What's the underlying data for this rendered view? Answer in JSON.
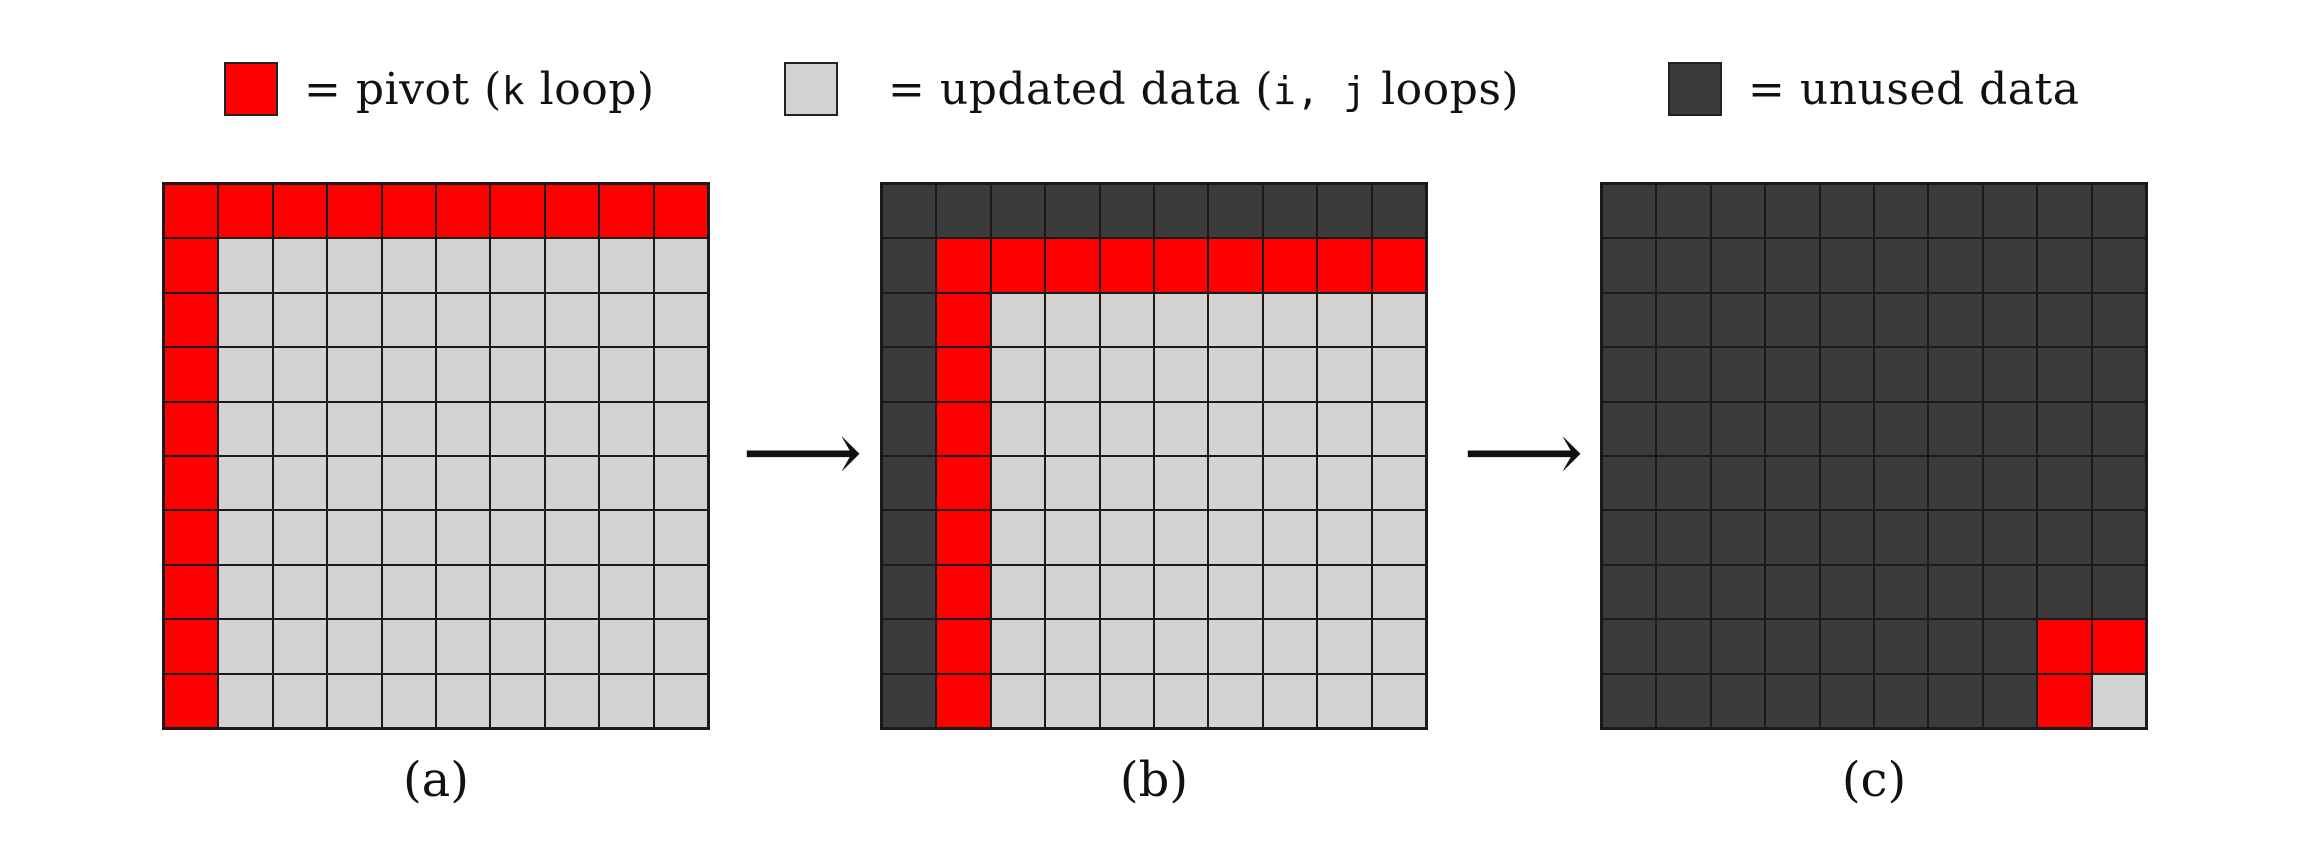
{
  "colors": {
    "pivot": "#ff0000",
    "updated": "#d2d2d2",
    "unused": "#3b3b3b",
    "gridline": "#1a1a1a"
  },
  "legend": {
    "pivot": {
      "prefix": "= pivot (",
      "code": "k",
      "suffix": " loop)"
    },
    "updated": {
      "prefix": "= updated data (",
      "code": "i, j",
      "suffix": " loops)"
    },
    "unused": {
      "label": "= unused data"
    }
  },
  "arrow_glyph": "⟶",
  "panels": [
    {
      "caption": "(a)",
      "grid_size": 10,
      "pivot_index": 0
    },
    {
      "caption": "(b)",
      "grid_size": 10,
      "pivot_index": 1
    },
    {
      "caption": "(c)",
      "grid_size": 10,
      "pivot_index": 8
    }
  ]
}
